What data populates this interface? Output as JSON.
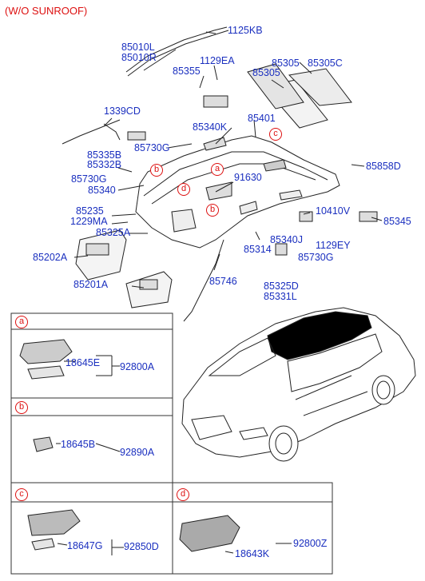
{
  "title": "(W/O SUNROOF)",
  "callout_letters": {
    "a": "a",
    "b": "b",
    "c": "c",
    "d": "d"
  },
  "main_labels": {
    "p1125KB": "1125KB",
    "p85010L": "85010L",
    "p85010R": "85010R",
    "p1129EA": "1129EA",
    "p85305": "85305",
    "p85305C": "85305C",
    "p85305b": "85305",
    "p85355": "85355",
    "p1339CD": "1339CD",
    "p85340K": "85340K",
    "p85401": "85401",
    "p85730G_a": "85730G",
    "p85335B": "85335B",
    "p85332B": "85332B",
    "p85858D": "85858D",
    "p85730G_b": "85730G",
    "p91630": "91630",
    "p85340": "85340",
    "p85235": "85235",
    "p10410V": "10410V",
    "p1229MA": "1229MA",
    "p85345": "85345",
    "p85325A": "85325A",
    "p85340J": "85340J",
    "p1129EY": "1129EY",
    "p85202A": "85202A",
    "p85314": "85314",
    "p85730G_c": "85730G",
    "p85201A": "85201A",
    "p85746": "85746",
    "p85325D": "85325D",
    "p85331L": "85331L"
  },
  "detail_panels": {
    "a": {
      "sub": "18645E",
      "assy": "92800A"
    },
    "b": {
      "sub": "18645B",
      "assy": "92890A"
    },
    "c": {
      "sub": "18647G",
      "assy": "92850D"
    },
    "d": {
      "sub": "18643K",
      "assy": "92800Z"
    }
  },
  "colors": {
    "label": "#1a2fbf",
    "callout": "#d11111",
    "line": "#222222",
    "box": "#333333"
  }
}
